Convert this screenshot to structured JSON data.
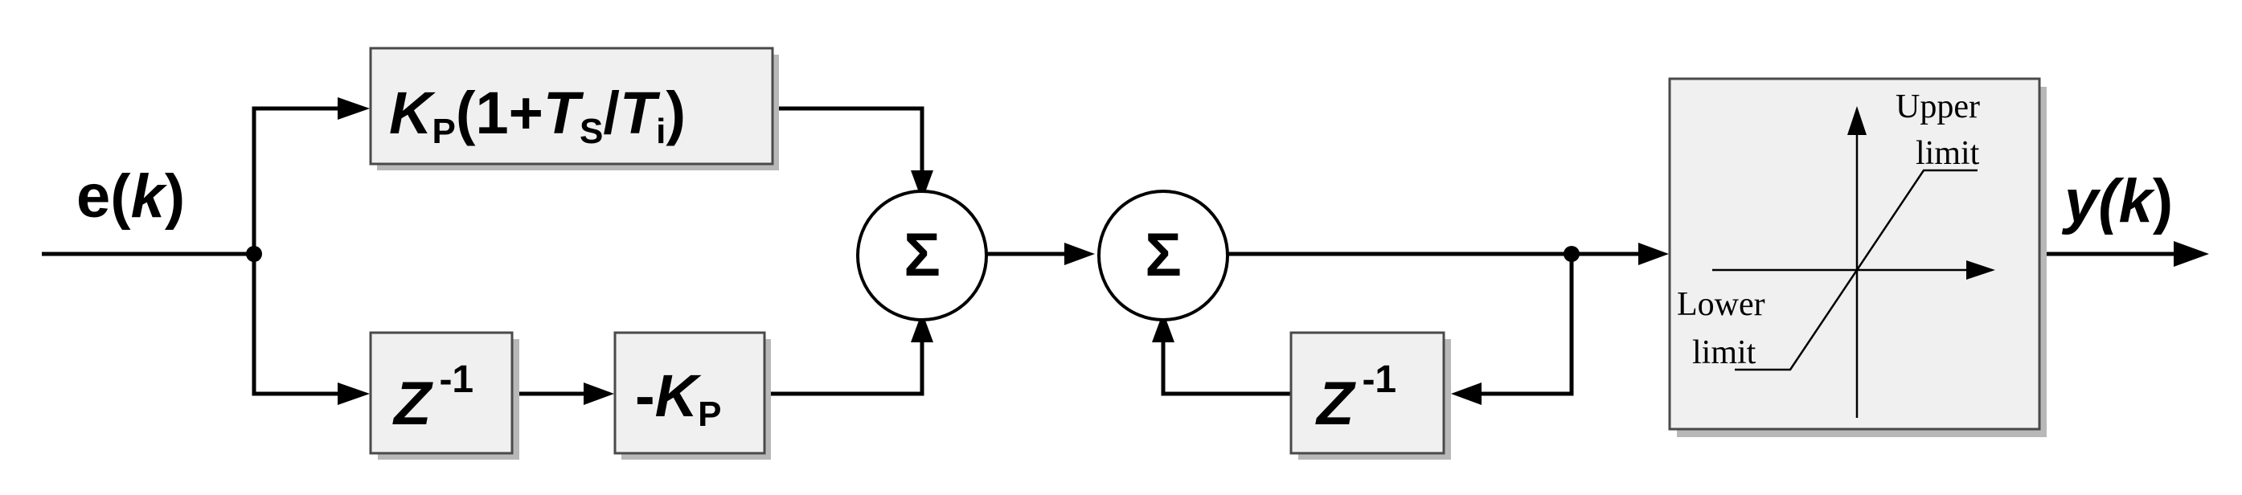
{
  "input_label": {
    "main": "e(",
    "var": "k",
    "close": ")"
  },
  "output_label": {
    "main": "y(",
    "var": "k",
    "close": ")"
  },
  "blocks": {
    "proportional_integral": {
      "k": "K",
      "k_sub": "P",
      "open": "(1+",
      "t1": "T",
      "t1_sub": "S",
      "slash": "/",
      "t2": "T",
      "t2_sub": "i",
      "close": ")"
    },
    "delay_1": {
      "z": "Z",
      "exp": "-1"
    },
    "neg_kp": {
      "minus": "-",
      "k": "K",
      "k_sub": "P"
    },
    "delay_2": {
      "z": "Z",
      "exp": "-1"
    },
    "limiter": {
      "upper_1": "Upper",
      "upper_2": "limit",
      "lower_1": "Lower",
      "lower_2": "limit"
    }
  },
  "sum_symbol": "Σ"
}
